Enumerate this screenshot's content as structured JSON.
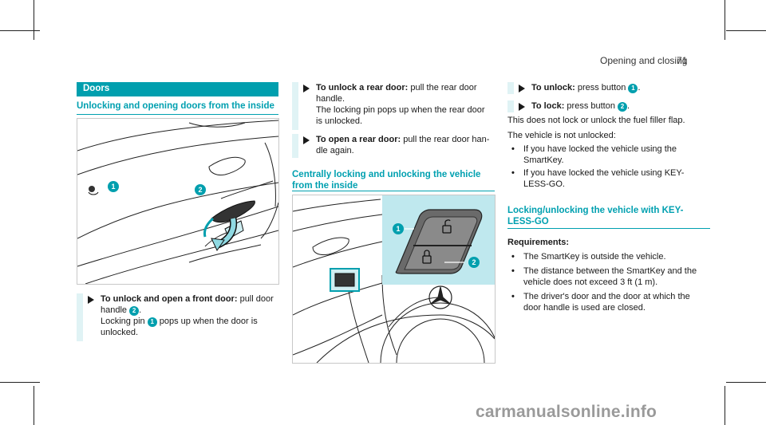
{
  "header": {
    "section": "Opening and closing",
    "page_number": "71"
  },
  "left": {
    "banner": "Doors",
    "title": "Unlocking and opening doors from the inside",
    "step": {
      "lead": "To unlock and open a front door:",
      "line1_rest": " pull door",
      "line2_pre": "handle ",
      "line2_post": ".",
      "line3_pre": "Locking pin ",
      "line3_post": " pops up when the door is",
      "line4": "unlocked."
    },
    "badges": {
      "b1": "1",
      "b2": "2"
    }
  },
  "middle": {
    "step1": {
      "lead": "To unlock a rear door:",
      "line1_rest": " pull the rear door",
      "line2": "handle.",
      "line3": "The locking pin pops up when the rear door",
      "line4": "is unlocked."
    },
    "step2": {
      "lead": "To open a rear door:",
      "line1_rest": " pull the rear door han-",
      "line2": "dle again."
    },
    "title_line1": "Centrally locking and unlocking the vehicle",
    "title_line2": "from the inside",
    "badges": {
      "b1": "1",
      "b2": "2"
    }
  },
  "right": {
    "step1": {
      "lead": "To unlock:",
      "rest_pre": " press button ",
      "rest_post": "."
    },
    "step2": {
      "lead": "To lock:",
      "rest_pre": " press button ",
      "rest_post": "."
    },
    "para1": "This does not lock or unlock the fuel filler flap.",
    "para2": "The vehicle is not unlocked:",
    "bullets1": [
      {
        "l1": "If you have locked the vehicle using the",
        "l2": "SmartKey."
      },
      {
        "l1": "If you have locked the vehicle using KEY-",
        "l2": "LESS-GO."
      }
    ],
    "title_line1": "Locking/unlocking the vehicle with KEY-",
    "title_line2": "LESS-GO",
    "req_heading": "Requirements:",
    "bullets2": [
      {
        "l1": "The SmartKey is outside the vehicle.",
        "l2": ""
      },
      {
        "l1": "The distance between the SmartKey and the",
        "l2": "vehicle does not exceed 3 ft (1 m)."
      },
      {
        "l1": "The driver's door and the door at which the",
        "l2": "door handle is used are closed."
      }
    ],
    "badges": {
      "b1": "1",
      "b2": "2"
    }
  },
  "bullet_char": "•",
  "watermark": "carmanualsonline.info",
  "colors": {
    "accent": "#009fae",
    "step_bar": "#e0f3f5",
    "button_panel": "#bfe8ee"
  }
}
